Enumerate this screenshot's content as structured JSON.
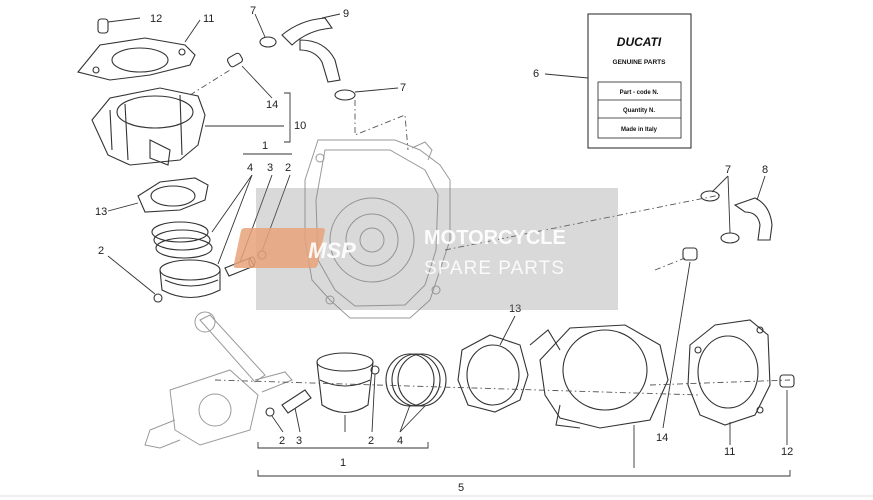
{
  "card": {
    "brand": "DUCATI",
    "genuine": "GENUINE PARTS",
    "part_code": "Part - code N.",
    "quantity": "Quantity N.",
    "made_in": "Made in Italy"
  },
  "watermark": {
    "logo": "MSP",
    "line1": "MOTORCYCLE",
    "line2": "SPARE PARTS"
  },
  "callouts": {
    "c12_top": "12",
    "c11_top": "11",
    "c7_top": "7",
    "c9": "9",
    "c7_mid": "7",
    "c6": "6",
    "c14_top": "14",
    "c10": "10",
    "c1_top": "1",
    "c4_top": "4",
    "c3_top": "3",
    "c2_top": "2",
    "c13_left": "13",
    "c2_left": "2",
    "c7_right": "7",
    "c8": "8",
    "c13_mid": "13",
    "c2_bottom_a": "2",
    "c3_bottom": "3",
    "c2_bottom_b": "2",
    "c4_bottom": "4",
    "c1_bottom": "1",
    "c5": "5",
    "c14_bottom": "14",
    "c11_bottom": "11",
    "c12_bottom": "12"
  }
}
